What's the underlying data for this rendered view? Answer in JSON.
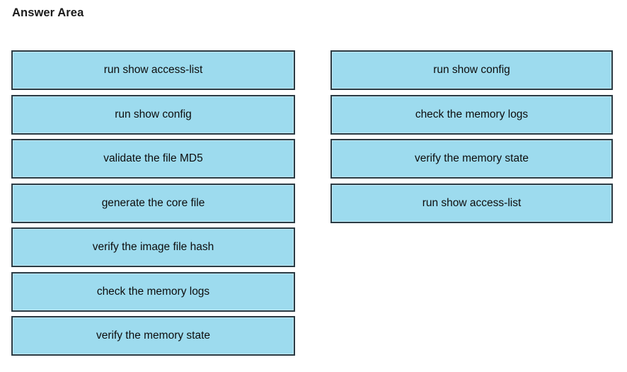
{
  "page": {
    "title": "Answer Area",
    "background_color": "#ffffff"
  },
  "style": {
    "box_fill_color": "#9ddbee",
    "box_border_color": "#2b3b44",
    "text_color": "#0d0d0d"
  },
  "columns": {
    "left": {
      "name": "available-options",
      "items": [
        {
          "label": "run show access-list"
        },
        {
          "label": "run show config"
        },
        {
          "label": "validate the file MD5"
        },
        {
          "label": "generate the core file"
        },
        {
          "label": "verify the image file hash"
        },
        {
          "label": "check the memory logs"
        },
        {
          "label": "verify the memory state"
        }
      ]
    },
    "right": {
      "name": "answer-slots",
      "items": [
        {
          "label": "run show config"
        },
        {
          "label": "check the memory logs"
        },
        {
          "label": "verify the memory state"
        },
        {
          "label": "run show access-list"
        }
      ]
    }
  }
}
